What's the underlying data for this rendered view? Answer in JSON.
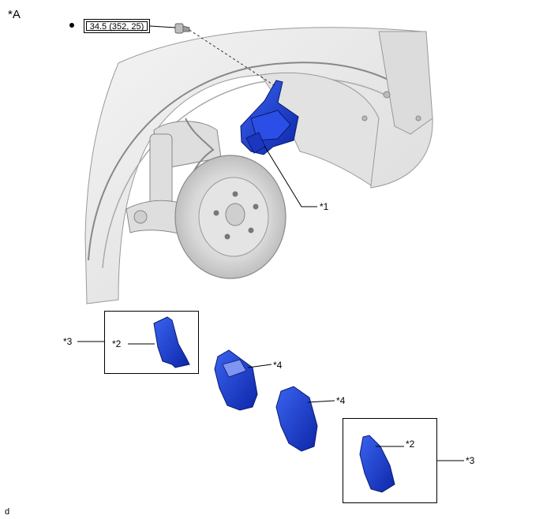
{
  "view_label": "*A",
  "torque": {
    "spec": "34.5 (352, 25)"
  },
  "callouts": {
    "c1": "*1",
    "c2a": "*2",
    "c2b": "*2",
    "c3a": "*3",
    "c3b": "*3",
    "c4a": "*4",
    "c4b": "*4"
  },
  "corner_mark": "d",
  "colors": {
    "part_blue": "#1a3fd6",
    "part_dark": "#0b1f8a",
    "line": "#000000",
    "body_grey": "#e6e6e6"
  }
}
